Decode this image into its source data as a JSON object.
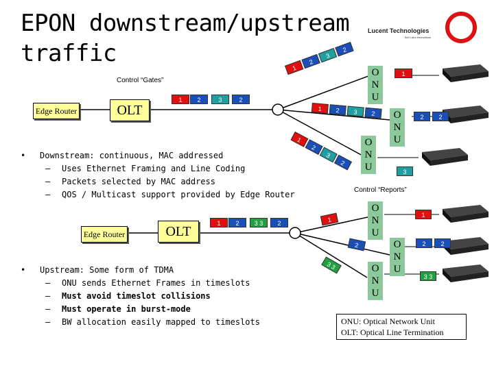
{
  "title_line1": "EPON downstream/upstream",
  "title_line2": "traffic",
  "logo": {
    "name": "Lucent Technologies",
    "tagline": "Bell Labs Innovations",
    "accent": "#e01010"
  },
  "downstream": {
    "label_gates": "Control “Gates”",
    "router": "Edge Router",
    "olt": "OLT",
    "olt_packets": [
      "1",
      "2",
      "3",
      "2"
    ],
    "fiber_packets_top": [
      "1",
      "2",
      "3",
      "2"
    ],
    "fiber_packets_mid": [
      "1",
      "2",
      "3",
      "2"
    ],
    "fiber_packets_low": [
      "1",
      "2",
      "3",
      "2"
    ],
    "onu1_packet": "1",
    "onu2_packets": [
      "2",
      "2"
    ],
    "onu3_packet": "3",
    "onu_label": [
      "O",
      "N",
      "U"
    ],
    "bullet": "Downstream: continuous, MAC addressed",
    "items": [
      "Uses Ethernet Framing and Line Coding",
      "Packets selected by MAC address",
      "QOS / Multicast support provided by Edge Router"
    ]
  },
  "upstream": {
    "label_reports": "Control “Reports”",
    "router": "Edge Router",
    "olt": "OLT",
    "olt_packets": [
      "1",
      "2",
      "3 3",
      "2"
    ],
    "fiber_packet_top": "1",
    "fiber_packet_mid": "2",
    "fiber_packet_low": "3 3",
    "onu1_packet": "1",
    "onu2_packets": [
      "2",
      "2"
    ],
    "onu3_packet": "3 3",
    "bullet": "Upstream: Some form of TDMA",
    "items": [
      "ONU sends Ethernet Frames in timeslots",
      "Must avoid timeslot collisions",
      "Must operate in burst-mode",
      "BW allocation easily mapped to timeslots"
    ]
  },
  "legend": [
    "ONU: Optical Network Unit",
    "OLT: Optical Line Termination"
  ],
  "bullet_marker": "•",
  "dash_marker": "–"
}
